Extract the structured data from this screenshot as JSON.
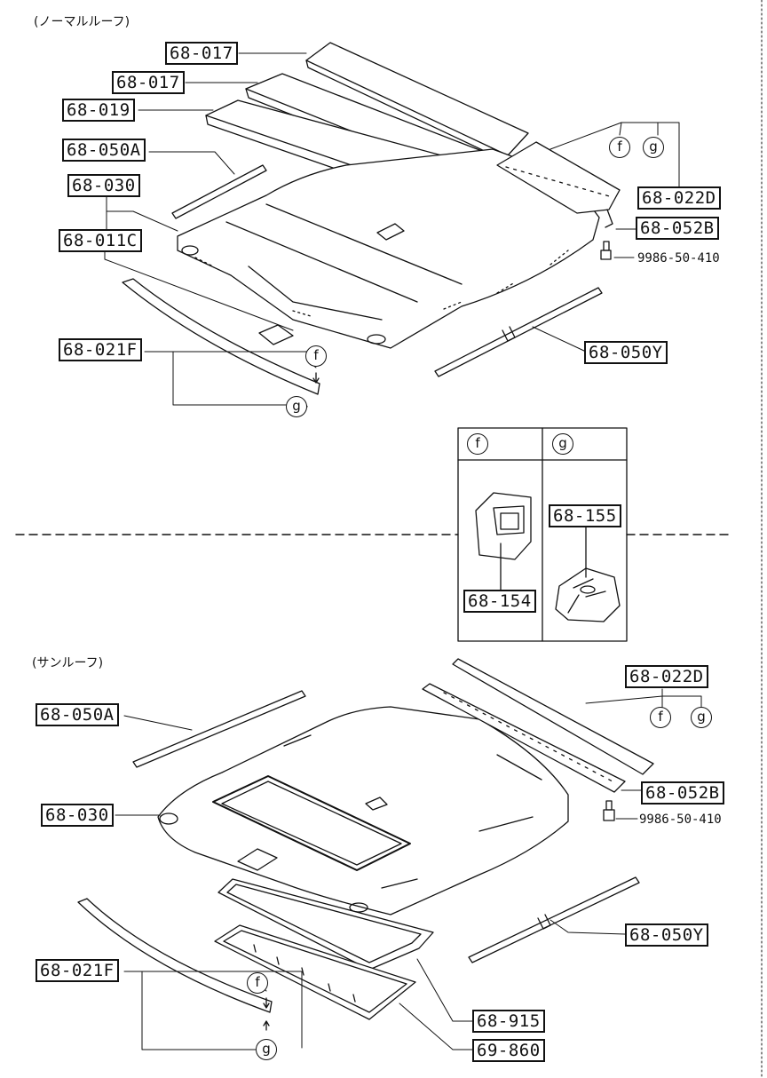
{
  "sections": {
    "normal_roof": "(ノーマルルーフ)",
    "sunroof": "(サンルーフ)"
  },
  "parts_top": {
    "p1": "68-017",
    "p2": "68-017",
    "p3": "68-019",
    "p4": "68-050A",
    "p5": "68-030",
    "p6": "68-011C",
    "p7": "68-022D",
    "p8": "68-052B",
    "p9": "9986-50-410",
    "p10": "68-021F",
    "p11": "68-050Y"
  },
  "inset": {
    "f_header": "f",
    "g_header": "g",
    "f_part": "68-154",
    "g_part": "68-155"
  },
  "parts_bottom": {
    "p1": "68-050A",
    "p2": "68-030",
    "p3": "68-022D",
    "p4": "68-052B",
    "p5": "9986-50-410",
    "p6": "68-050Y",
    "p7": "68-021F",
    "p8": "68-915",
    "p9": "69-860"
  },
  "callouts": {
    "f": "f",
    "g": "g"
  }
}
